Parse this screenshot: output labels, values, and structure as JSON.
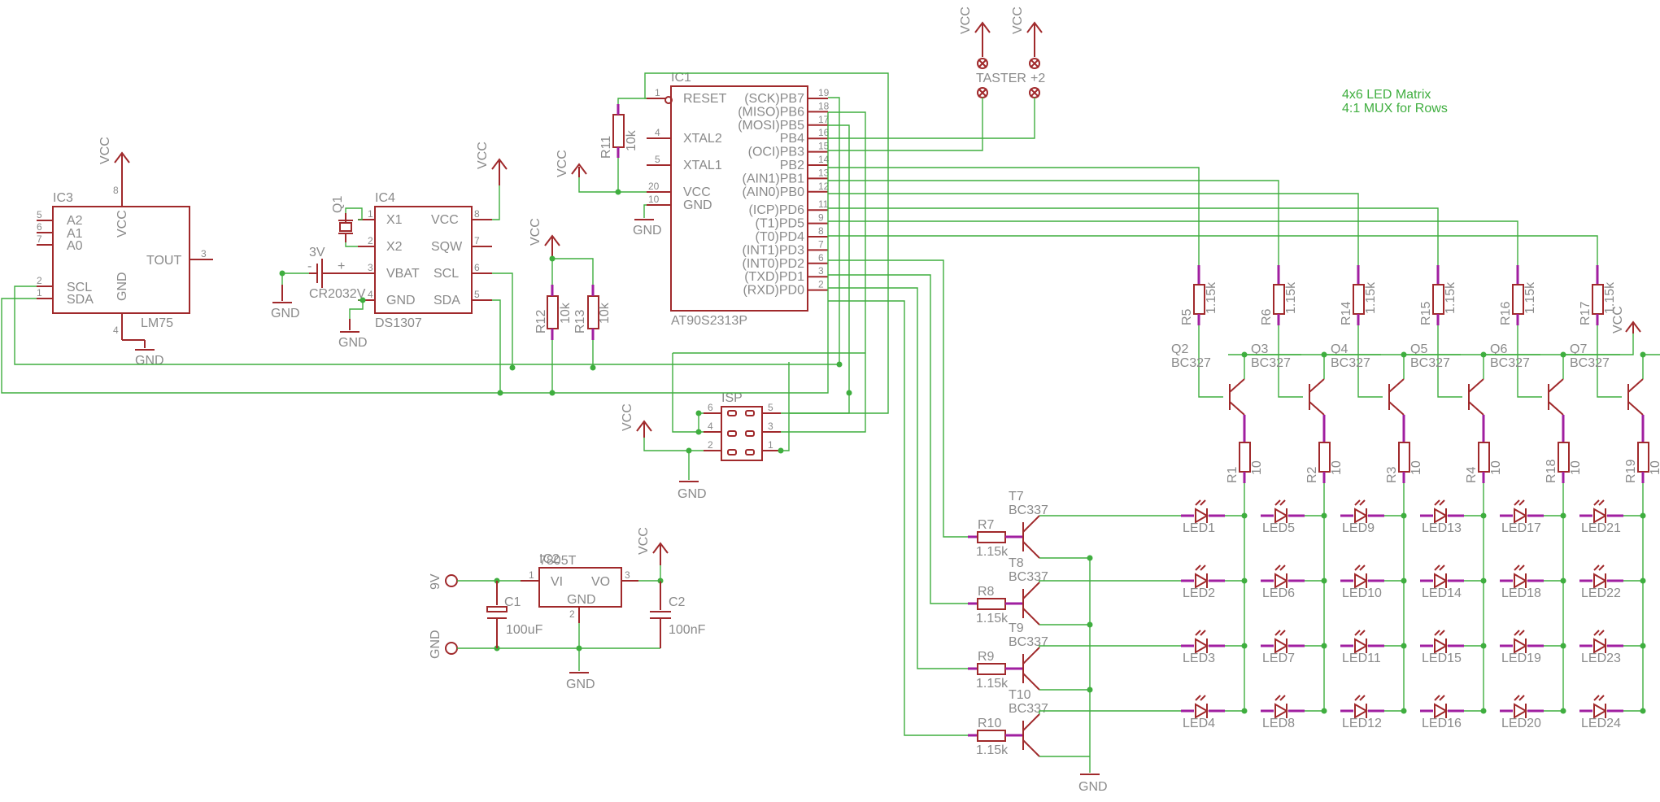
{
  "title_line1": "4x6 LED Matrix",
  "title_line2": "4:1 MUX for Rows",
  "power": {
    "vcc": "VCC",
    "gnd": "GND",
    "in_9v": "9V",
    "in_gnd": "GND"
  },
  "ic1": {
    "ref": "IC1",
    "value": "AT90S2313P",
    "left_pins": [
      {
        "num": "1",
        "name": "RESET"
      },
      {
        "num": "4",
        "name": "XTAL2"
      },
      {
        "num": "5",
        "name": "XTAL1"
      },
      {
        "num": "20",
        "name": "VCC"
      },
      {
        "num": "10",
        "name": "GND"
      }
    ],
    "right_pins": [
      {
        "num": "19",
        "name": "(SCK)PB7"
      },
      {
        "num": "18",
        "name": "(MISO)PB6"
      },
      {
        "num": "17",
        "name": "(MOSI)PB5"
      },
      {
        "num": "16",
        "name": "PB4"
      },
      {
        "num": "15",
        "name": "(OCI)PB3"
      },
      {
        "num": "14",
        "name": "PB2"
      },
      {
        "num": "13",
        "name": "(AIN1)PB1"
      },
      {
        "num": "12",
        "name": "(AIN0)PB0"
      },
      {
        "num": "11",
        "name": "(ICP)PD6"
      },
      {
        "num": "9",
        "name": "(T1)PD5"
      },
      {
        "num": "8",
        "name": "(T0)PD4"
      },
      {
        "num": "7",
        "name": "(INT1)PD3"
      },
      {
        "num": "6",
        "name": "(INT0)PD2"
      },
      {
        "num": "3",
        "name": "(TXD)PD1"
      },
      {
        "num": "2",
        "name": "(RXD)PD0"
      }
    ]
  },
  "ic3": {
    "ref": "IC3",
    "value": "LM75",
    "pins": [
      {
        "num": "5",
        "name": "A2"
      },
      {
        "num": "6",
        "name": "A1"
      },
      {
        "num": "7",
        "name": "A0"
      },
      {
        "num": "2",
        "name": "SCL"
      },
      {
        "num": "1",
        "name": "SDA"
      },
      {
        "num": "8",
        "name": "VCC"
      },
      {
        "num": "4",
        "name": "GND"
      },
      {
        "num": "3",
        "name": "TOUT"
      }
    ]
  },
  "ic4": {
    "ref": "IC4",
    "value": "DS1307",
    "pins": [
      {
        "num": "1",
        "name": "X1"
      },
      {
        "num": "2",
        "name": "X2"
      },
      {
        "num": "3",
        "name": "VBAT"
      },
      {
        "num": "4",
        "name": "GND"
      },
      {
        "num": "8",
        "name": "VCC"
      },
      {
        "num": "7",
        "name": "SQW"
      },
      {
        "num": "6",
        "name": "SCL"
      },
      {
        "num": "5",
        "name": "SDA"
      }
    ]
  },
  "ic2": {
    "ref": "IC2",
    "value": "7805T",
    "vi": "VI",
    "vo": "VO",
    "gnd": "GND",
    "p1": "1",
    "p2": "2",
    "p3": "3"
  },
  "q1": "Q1",
  "battery": {
    "voltage": "3V",
    "value": "CR2032V",
    "minus": "-",
    "plus": "+"
  },
  "c1": {
    "ref": "C1",
    "value": "100uF"
  },
  "c2": {
    "ref": "C2",
    "value": "100nF"
  },
  "r11": {
    "ref": "R11",
    "value": "10k"
  },
  "r12": {
    "ref": "R12",
    "value": "10k"
  },
  "r13": {
    "ref": "R13",
    "value": "10k"
  },
  "taster": {
    "label": "TASTER",
    "label2": "+2"
  },
  "isp": {
    "ref": "ISP",
    "pins": [
      "6",
      "4",
      "2",
      "5",
      "3",
      "1"
    ]
  },
  "col_resistors": [
    {
      "ref": "R5",
      "value": "1.15k"
    },
    {
      "ref": "R6",
      "value": "1.15k"
    },
    {
      "ref": "R14",
      "value": "1.15k"
    },
    {
      "ref": "R15",
      "value": "1.15k"
    },
    {
      "ref": "R16",
      "value": "1.15k"
    },
    {
      "ref": "R17",
      "value": "1.15k"
    }
  ],
  "col_transistors": [
    {
      "ref": "Q2",
      "value": "BC327"
    },
    {
      "ref": "Q3",
      "value": "BC327"
    },
    {
      "ref": "Q4",
      "value": "BC327"
    },
    {
      "ref": "Q5",
      "value": "BC327"
    },
    {
      "ref": "Q6",
      "value": "BC327"
    },
    {
      "ref": "Q7",
      "value": "BC327"
    }
  ],
  "col_series": [
    {
      "ref": "R1",
      "value": "10"
    },
    {
      "ref": "R2",
      "value": "10"
    },
    {
      "ref": "R3",
      "value": "10"
    },
    {
      "ref": "R4",
      "value": "10"
    },
    {
      "ref": "R18",
      "value": "10"
    },
    {
      "ref": "R19",
      "value": "10"
    }
  ],
  "row_resistors": [
    {
      "ref": "R7",
      "value": "1.15k"
    },
    {
      "ref": "R8",
      "value": "1.15k"
    },
    {
      "ref": "R9",
      "value": "1.15k"
    },
    {
      "ref": "R10",
      "value": "1.15k"
    }
  ],
  "row_transistors": [
    {
      "ref": "T7",
      "value": "BC337"
    },
    {
      "ref": "T8",
      "value": "BC337"
    },
    {
      "ref": "T9",
      "value": "BC337"
    },
    {
      "ref": "T10",
      "value": "BC337"
    }
  ],
  "leds": [
    [
      "LED1",
      "LED5",
      "LED9",
      "LED13",
      "LED17",
      "LED21"
    ],
    [
      "LED2",
      "LED6",
      "LED10",
      "LED14",
      "LED18",
      "LED22"
    ],
    [
      "LED3",
      "LED7",
      "LED11",
      "LED15",
      "LED19",
      "LED23"
    ],
    [
      "LED4",
      "LED8",
      "LED12",
      "LED16",
      "LED20",
      "LED24"
    ]
  ]
}
